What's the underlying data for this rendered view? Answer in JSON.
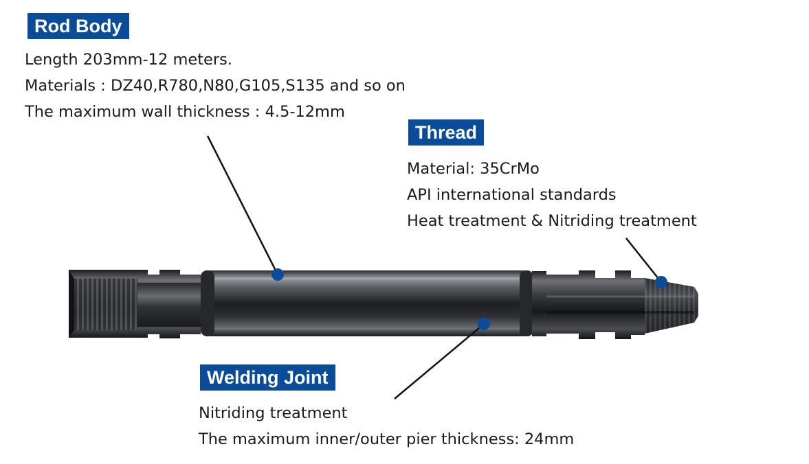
{
  "sections": {
    "rod_body": {
      "title": "Rod Body",
      "lines": [
        "Length 203mm-12 meters.",
        "Materials : DZ40,R780,N80,G105,S135 and so on",
        "The maximum wall thickness : 4.5-12mm"
      ]
    },
    "thread": {
      "title": "Thread",
      "lines": [
        "Material: 35CrMo",
        "API international standards",
        "Heat treatment & Nitriding treatment"
      ]
    },
    "welding_joint": {
      "title": "Welding Joint",
      "lines": [
        "Nitriding treatment",
        "The maximum inner/outer pier thickness: 24mm"
      ]
    }
  },
  "colors": {
    "label_background": "#0b4c9a",
    "marker_dot": "#0b4c9a",
    "rod_dark": "#1c1e22",
    "rod_highlight": "#8a8d92"
  }
}
